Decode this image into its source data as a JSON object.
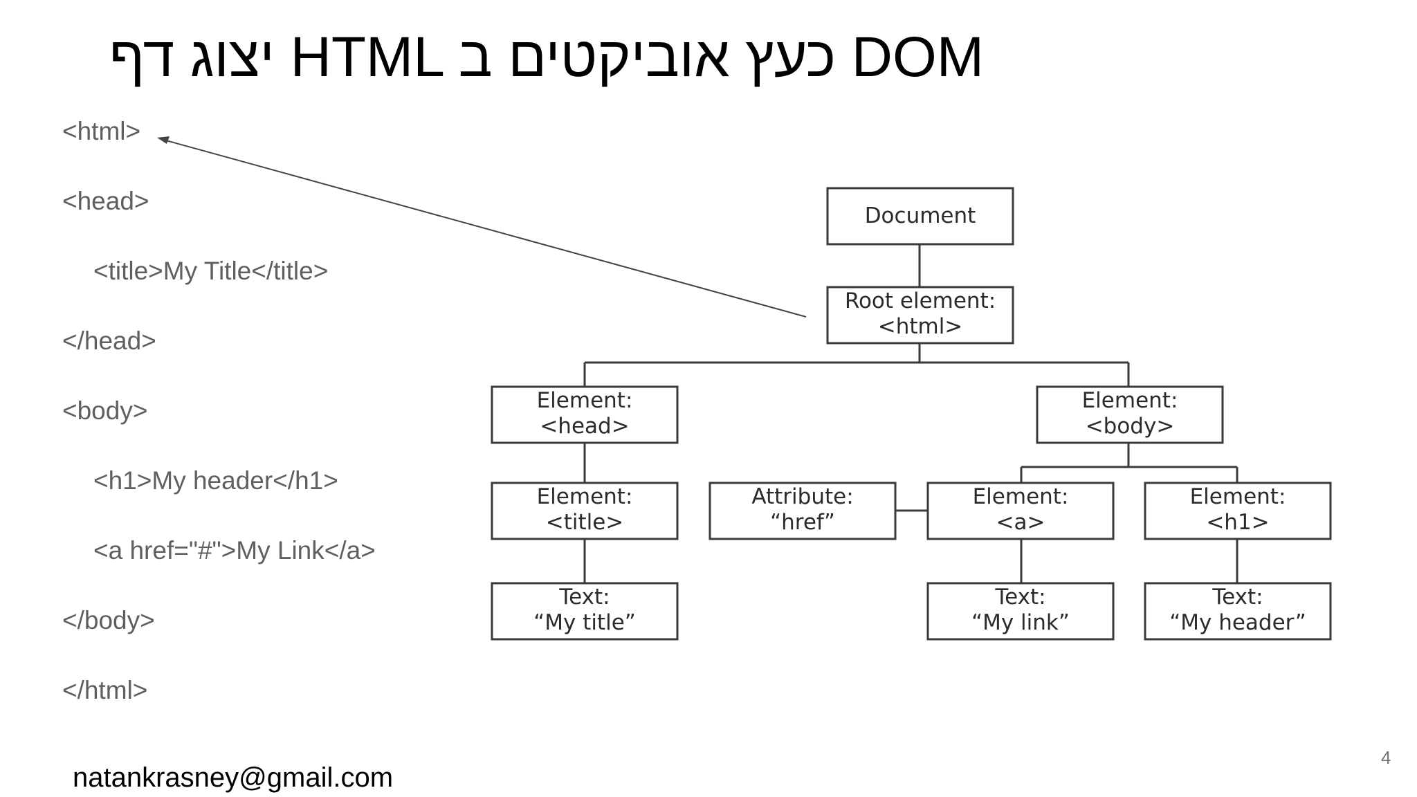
{
  "slide": {
    "title": "יצוג דף HTML כעץ אוביקטים ב DOM",
    "email": "natankrasney@gmail.com",
    "page_number": "4"
  },
  "code_lines": [
    "<html>",
    "<head>",
    "<title>My Title</title>",
    "</head>",
    "<body>",
    "<h1>My header</h1>",
    "<a href=\"#\">My Link</a>",
    "</body>",
    "</html>"
  ],
  "diagram": {
    "nodes": {
      "document": [
        "Document"
      ],
      "root": [
        "Root element:",
        "<html>"
      ],
      "head": [
        "Element:",
        "<head>"
      ],
      "body": [
        "Element:",
        "<body>"
      ],
      "title": [
        "Element:",
        "<title>"
      ],
      "attribute": [
        "Attribute:",
        "“href”"
      ],
      "a": [
        "Element:",
        "<a>"
      ],
      "h1": [
        "Element:",
        "<h1>"
      ],
      "text_title": [
        "Text:",
        "“My title”"
      ],
      "text_link": [
        "Text:",
        "“My link”"
      ],
      "text_header": [
        "Text:",
        "“My header”"
      ]
    }
  }
}
